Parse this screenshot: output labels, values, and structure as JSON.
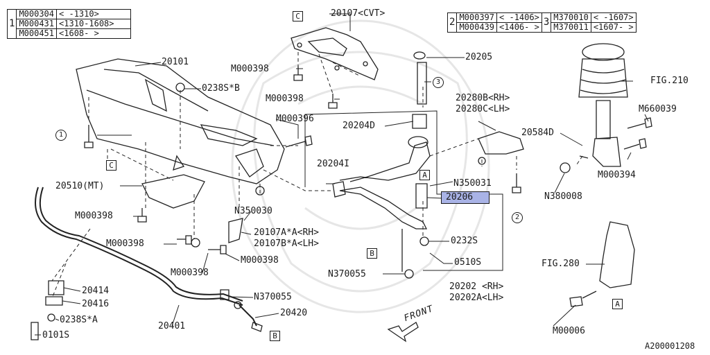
{
  "tables": {
    "t1": {
      "num": "1",
      "rows": [
        {
          "part": "M000304",
          "range": "<      -1310>"
        },
        {
          "part": "M000431",
          "range": "<1310-1608>"
        },
        {
          "part": "M000451",
          "range": "<1608-      >"
        }
      ]
    },
    "t2": {
      "num": "2",
      "rows": [
        {
          "part": "M000397",
          "range": "<  -1406>"
        },
        {
          "part": "M000439",
          "range": "<1406-  >"
        }
      ]
    },
    "t3": {
      "num": "3",
      "rows": [
        {
          "part": "M370010",
          "range": "<  -1607>"
        },
        {
          "part": "M370011",
          "range": "<1607-  >"
        }
      ]
    }
  },
  "labels": {
    "p20107cvt": "20107<CVT>",
    "p20101": "20101",
    "m000398a": "M000398",
    "p0238sb": "0238S*B",
    "m000398b": "M000398",
    "m000396": "M000396",
    "p20205": "20205",
    "p20204d": "20204D",
    "p20280b": "20280B<RH>",
    "p20280c": "20280C<LH>",
    "fig210": "FIG.210",
    "m660039": "M660039",
    "p20584d": "20584D",
    "m000394": "M000394",
    "p20204i": "20204I",
    "n350031": "N350031",
    "p20206": "20206",
    "n380008": "N380008",
    "p20510": "20510(MT)",
    "m000398c": "M000398",
    "n350030": "N350030",
    "p20107aa": "20107A*A<RH>",
    "p20107ba": "20107B*A<LH>",
    "m000398d": "M000398",
    "m000398e": "M000398",
    "m000398f": "M000398",
    "p0232s": "0232S",
    "p0510s": "0510S",
    "n370055a": "N370055",
    "p20202": "20202  <RH>",
    "p20202a": "20202A<LH>",
    "fig280": "FIG.280",
    "p20414": "20414",
    "p20416": "20416",
    "p0238sa": "0238S*A",
    "n370055b": "N370055",
    "p20420": "20420",
    "p20401": "20401",
    "p0101s": "0101S",
    "m00006": "M00006",
    "front": "FRONT",
    "diagram_id": "A200001208"
  },
  "refs": {
    "boxC1": "C",
    "boxC2": "C",
    "boxA1": "A",
    "boxA2": "A",
    "boxB1": "B",
    "boxB2": "B",
    "c1": "1",
    "c3": "3",
    "c2": "2"
  }
}
